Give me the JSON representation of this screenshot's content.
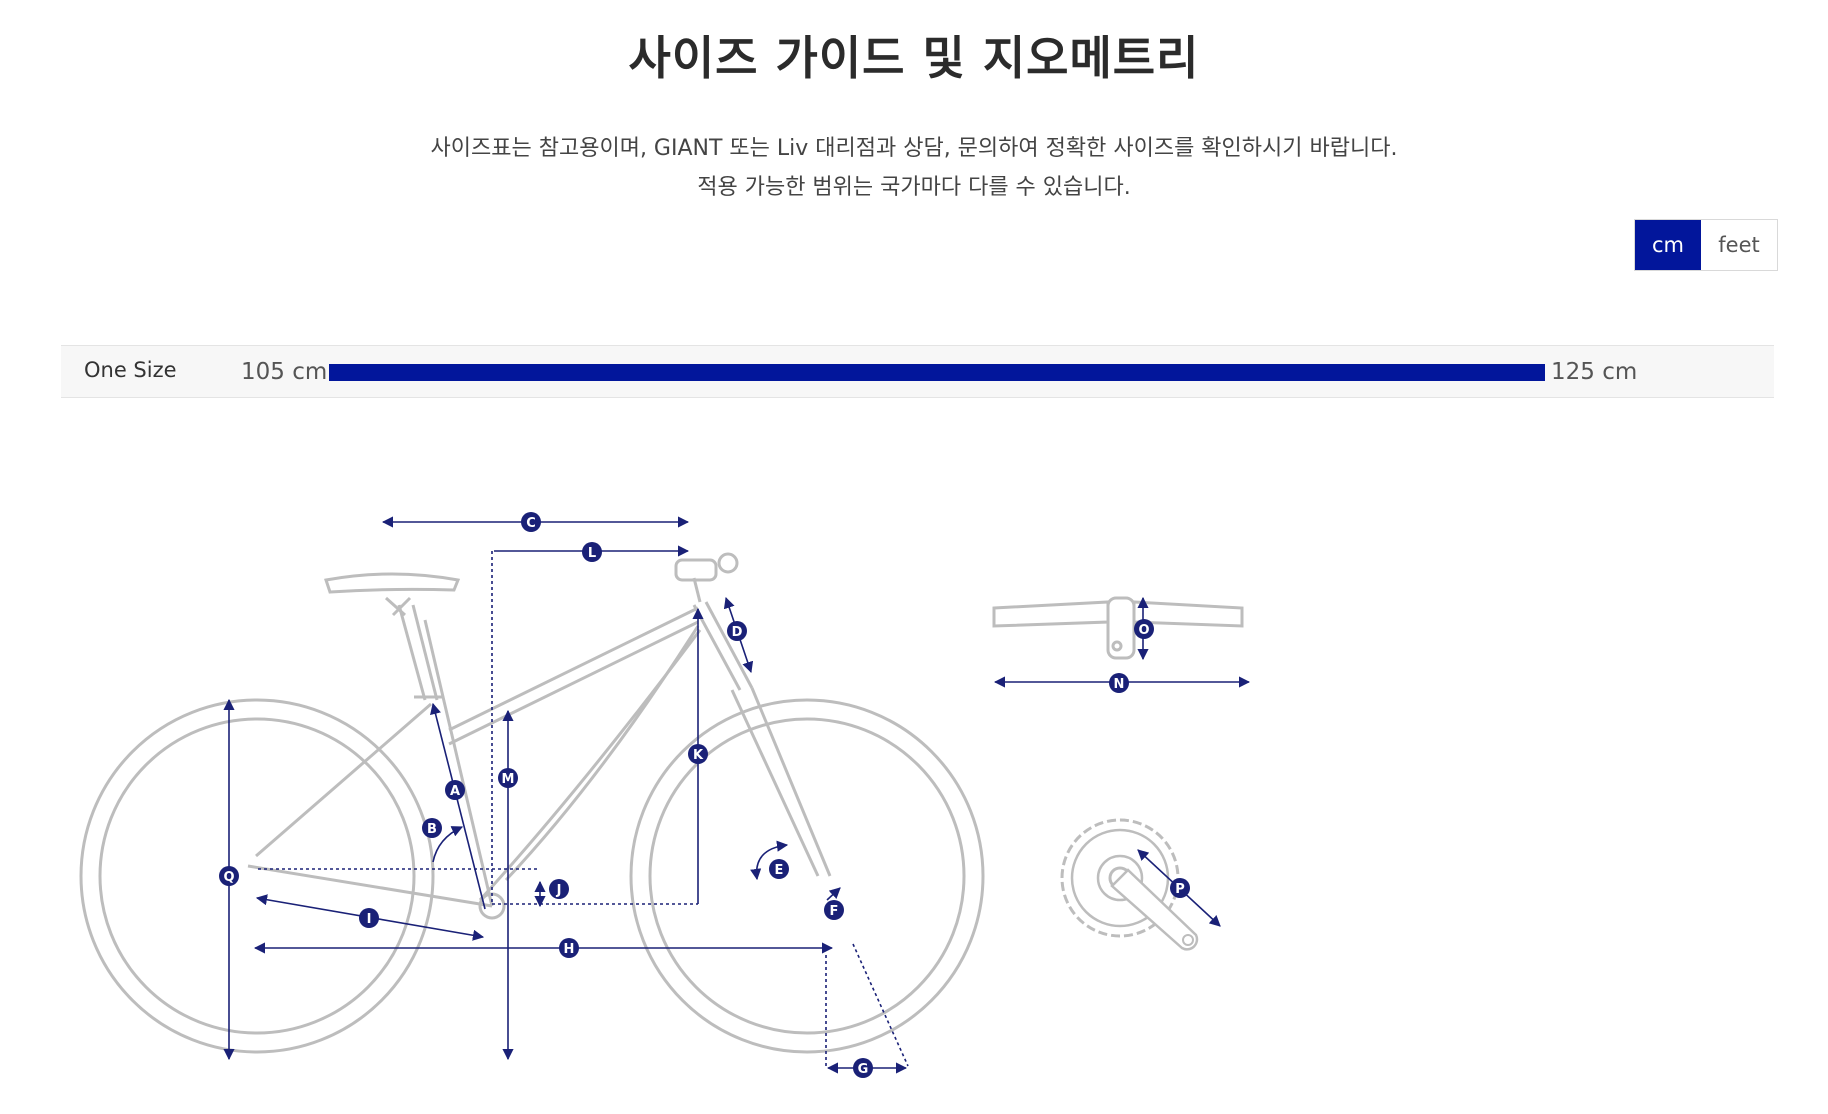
{
  "page": {
    "title": "사이즈 가이드 및 지오메트리",
    "description_line1": "사이즈표는 참고용이며, GIANT 또는 Liv 대리점과 상담, 문의하여 정확한 사이즈를 확인하시기 바랍니다.",
    "description_line2": "적용 가능한 범위는 국가마다 다를 수 있습니다."
  },
  "units": {
    "cm_label": "cm",
    "feet_label": "feet",
    "selected": "cm"
  },
  "size_range": {
    "label": "One Size",
    "min_label": "105 cm",
    "max_label": "125 cm"
  },
  "geometry": {
    "markers": [
      "A",
      "B",
      "C",
      "D",
      "E",
      "F",
      "G",
      "H",
      "I",
      "J",
      "K",
      "L",
      "M",
      "N",
      "O",
      "P",
      "Q"
    ]
  },
  "colors": {
    "accent": "#02169b",
    "frame_line": "#bdbdbd",
    "dimension_line": "#1a2177"
  }
}
